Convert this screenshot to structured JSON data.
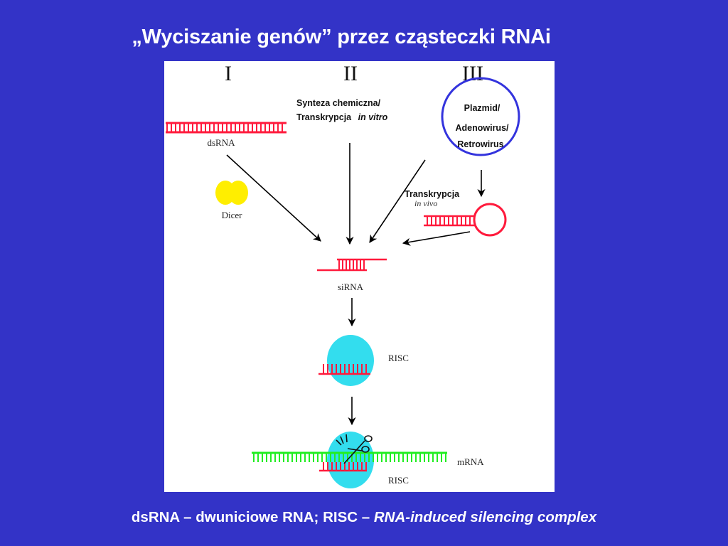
{
  "slide": {
    "title": "„Wyciszanie genów” przez cząsteczki RNAi",
    "background_color": "#3333c7"
  },
  "diagram": {
    "columns": [
      "I",
      "II",
      "III"
    ],
    "dsrna_label": "dsRNA",
    "dicer_label": "Dicer",
    "synthesis_line1": "Synteza chemiczna/",
    "synthesis_line2_prefix": "Transkrypcja",
    "synthesis_line2_italic": "in vitro",
    "vector_lines": [
      "Plazmid/",
      "Adenowirus/",
      "Retrowirus"
    ],
    "transcription_label": "Transkrypcja",
    "in_vivo_label": "in vivo",
    "sirna_label": "siRNA",
    "risc_label_1": "RISC",
    "mrna_label": "mRNA",
    "risc_label_2": "RISC",
    "colors": {
      "rna_red": "#ff1a3c",
      "mrna_green": "#22ee22",
      "risc_cyan": "#33ddee",
      "dicer_yellow": "#ffee00",
      "vector_circle_blue": "#3333dd"
    }
  },
  "footer": {
    "normal": "dsRNA – dwuniciowe RNA; RISC – ",
    "italic": "RNA-induced silencing complex"
  }
}
